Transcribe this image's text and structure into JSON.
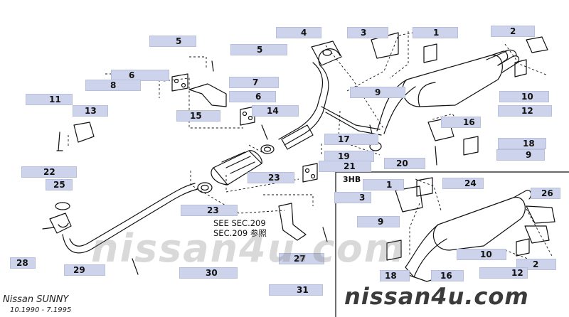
{
  "parts": [
    "1",
    "2",
    "3",
    "4",
    "5",
    "5",
    "6",
    "6",
    "7",
    "8",
    "9",
    "9",
    "10",
    "11",
    "12",
    "13",
    "14",
    "15",
    "16",
    "17",
    "18",
    "19",
    "20",
    "21",
    "22",
    "23",
    "23",
    "24",
    "25",
    "26",
    "27",
    "28",
    "29",
    "30",
    "31",
    "1",
    "2",
    "3",
    "9",
    "10",
    "12",
    "16",
    "18"
  ],
  "variant_label": "3HB",
  "see_section": "SEE SEC.209",
  "see_section_jp": "SEC.209 参照",
  "brand_model": "Nissan SUNNY",
  "date_range": "10.1990 - 7.1995",
  "watermark": "nissan4u.com",
  "colors": {
    "callout": "#cdd3ea",
    "line": "#111111"
  }
}
